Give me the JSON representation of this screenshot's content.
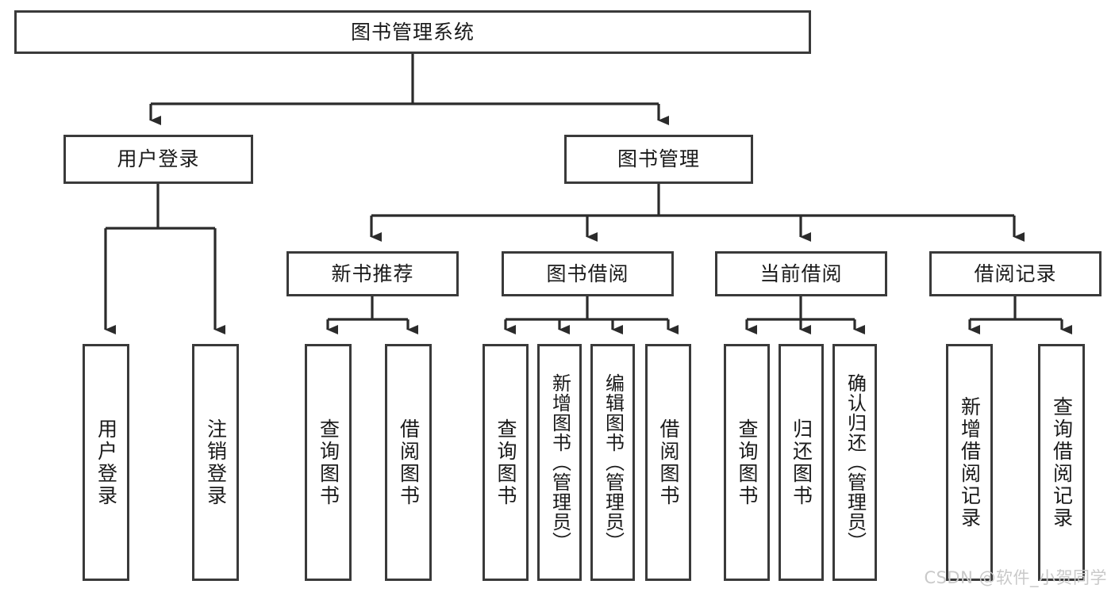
{
  "diagram": {
    "title": "图书管理系统",
    "type": "hierarchy-tree",
    "watermark": "CSDN @软件_小贺同学",
    "colors": {
      "box_border": "#3a3a3a",
      "box_fill": "#ffffff",
      "edge": "#2b2b2b",
      "text": "#1a1a1a",
      "watermark": "#c9c9c9"
    },
    "levels": {
      "root": {
        "label": "图书管理系统"
      },
      "level2": [
        {
          "id": "user-login",
          "label": "用户登录"
        },
        {
          "id": "book-management",
          "label": "图书管理"
        }
      ],
      "level3": [
        {
          "id": "new-book-recommend",
          "label": "新书推荐"
        },
        {
          "id": "book-borrow",
          "label": "图书借阅"
        },
        {
          "id": "current-borrow",
          "label": "当前借阅"
        },
        {
          "id": "borrow-record",
          "label": "借阅记录"
        }
      ],
      "leaves": [
        {
          "id": "leaf-user-login",
          "label": "用户登录",
          "parent": "user-login"
        },
        {
          "id": "leaf-logout-login",
          "label": "注销登录",
          "parent": "user-login"
        },
        {
          "id": "leaf-query-book-1",
          "label": "查询图书",
          "parent": "new-book-recommend"
        },
        {
          "id": "leaf-borrow-book-1",
          "label": "借阅图书",
          "parent": "new-book-recommend"
        },
        {
          "id": "leaf-query-book-2",
          "label": "查询图书",
          "parent": "book-borrow"
        },
        {
          "id": "leaf-add-book",
          "label": "新增图书（管理员）",
          "parent": "book-borrow"
        },
        {
          "id": "leaf-edit-book",
          "label": "编辑图书（管理员）",
          "parent": "book-borrow"
        },
        {
          "id": "leaf-borrow-book-2",
          "label": "借阅图书",
          "parent": "book-borrow"
        },
        {
          "id": "leaf-query-book-3",
          "label": "查询图书",
          "parent": "current-borrow"
        },
        {
          "id": "leaf-return-book",
          "label": "归还图书",
          "parent": "current-borrow"
        },
        {
          "id": "leaf-confirm-return",
          "label": "确认归还（管理员）",
          "parent": "current-borrow"
        },
        {
          "id": "leaf-add-record",
          "label": "新增借阅记录",
          "parent": "borrow-record"
        },
        {
          "id": "leaf-query-record",
          "label": "查询借阅记录",
          "parent": "borrow-record"
        }
      ]
    }
  }
}
